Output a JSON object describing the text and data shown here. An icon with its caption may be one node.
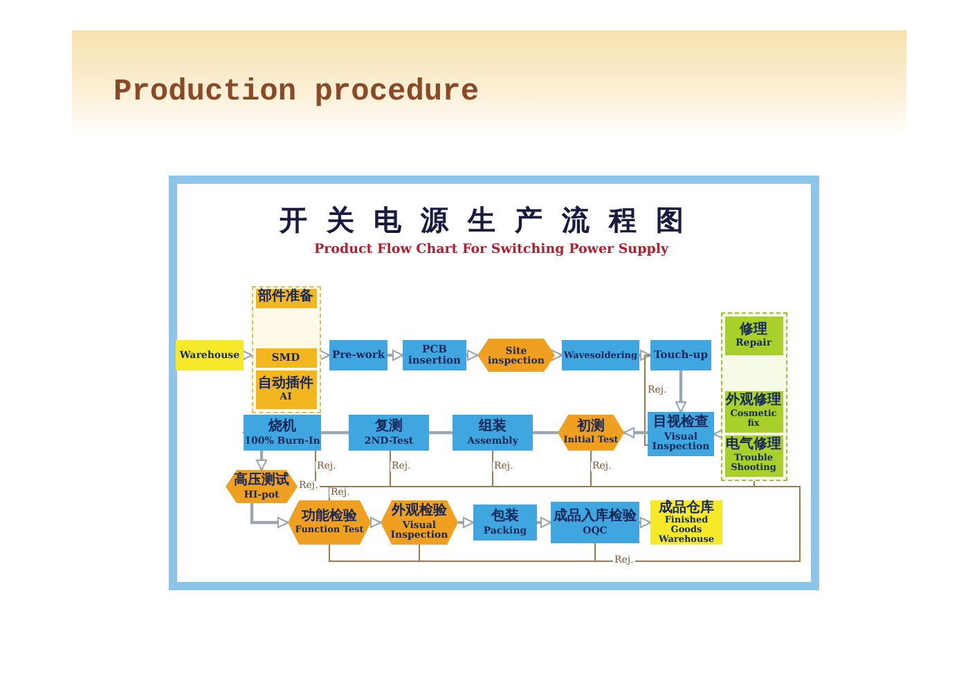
{
  "diagram": {
    "title": "Production procedure",
    "nodes": [
      {
        "text": [
          "Warehouse"
        ]
      },
      {
        "text": [],
        "shape": "box"
      },
      {
        "text": [
          "部件准备"
        ],
        "in": 1
      },
      {
        "text": [
          "SMD"
        ],
        "in": 1
      },
      {
        "text": [
          "自动插件",
          "AI"
        ],
        "in": 1
      },
      {
        "text": [
          "Pre-work"
        ]
      },
      {
        "text": [
          "PCB insertion"
        ]
      },
      {
        "text": [
          "Site inspection"
        ]
      },
      {
        "text": [
          "Wavesoldering"
        ]
      },
      {
        "text": [
          "Touch-up"
        ]
      },
      {
        "text": [],
        "shape": "box"
      },
      {
        "text": [
          "修理",
          "Repair"
        ],
        "in": 10
      },
      {
        "text": [
          "外观修理",
          "Cosmetic fix"
        ],
        "in": 10
      },
      {
        "text": [
          "电气修理",
          "Trouble Shooting"
        ],
        "in": 10
      },
      {
        "text": [
          "目视检查",
          "Visual Inspection"
        ]
      },
      {
        "text": [
          "初测",
          "Initial Test"
        ]
      },
      {
        "text": [
          "组装",
          "Assembly"
        ]
      },
      {
        "text": [
          "复测",
          "2ND-Test"
        ]
      },
      {
        "text": [
          "烧机",
          "100% Burn-In"
        ]
      },
      {
        "text": [
          "高压测试",
          "HI-pot"
        ]
      },
      {
        "text": [
          "功能检验",
          "Function Test"
        ]
      },
      {
        "text": [
          "外观检验",
          "Visual Inspection"
        ]
      },
      {
        "text": [
          "包装",
          "Packing"
        ]
      },
      {
        "text": [
          "成品入库检验",
          "OQC"
        ]
      },
      {
        "text": [
          "成品仓库",
          "Finished Goods Warehouse"
        ]
      }
    ],
    "edges": [
      {
        "from": 0,
        "to": 1,
        "arrow": "to"
      },
      {
        "from": 1,
        "to": 5,
        "arrow": "to"
      },
      {
        "from": 5,
        "to": 6,
        "arrow": "to"
      },
      {
        "from": 6,
        "to": 7,
        "arrow": "to"
      },
      {
        "from": 7,
        "to": 8,
        "arrow": "to"
      },
      {
        "from": 8,
        "to": 9,
        "arrow": "to"
      },
      {
        "from": 9,
        "to": 14,
        "arrow": "to"
      },
      {
        "from": 14,
        "to": 9,
        "arrow": "none",
        "label": "Rej.",
        "color": "#9c7a4e"
      },
      {
        "from": 10,
        "to": 14,
        "arrow": "to"
      },
      {
        "from": 14,
        "to": 15,
        "arrow": "to"
      },
      {
        "from": 15,
        "to": 16,
        "arrow": "to"
      },
      {
        "from": 16,
        "to": 17,
        "arrow": "to"
      },
      {
        "from": 17,
        "to": 18,
        "arrow": "to"
      },
      {
        "from": 18,
        "to": 19,
        "arrow": "to"
      },
      {
        "from": 19,
        "to": 20,
        "arrow": "to"
      },
      {
        "from": 20,
        "to": 21,
        "arrow": "to"
      },
      {
        "from": 21,
        "to": 22,
        "arrow": "to"
      },
      {
        "from": 22,
        "to": 23,
        "arrow": "to"
      },
      {
        "from": 23,
        "to": 24,
        "arrow": "to"
      },
      {
        "from": 18,
        "to": 10,
        "arrow": "none",
        "label": "Rej.",
        "color": "#9c7a4e"
      },
      {
        "from": 17,
        "to": 10,
        "arrow": "none",
        "label": "Rej.",
        "color": "#9c7a4e"
      },
      {
        "from": 16,
        "to": 10,
        "arrow": "none",
        "label": "Rej.",
        "color": "#9c7a4e"
      },
      {
        "from": 15,
        "to": 10,
        "arrow": "none",
        "label": "Rej.",
        "color": "#9c7a4e"
      },
      {
        "from": 19,
        "to": 10,
        "arrow": "none",
        "label": "Rej.",
        "color": "#9c7a4e"
      },
      {
        "from": 20,
        "to": 10,
        "arrow": "none",
        "label": "Rej.",
        "color": "#9c7a4e"
      },
      {
        "from": 20,
        "to": 10,
        "arrow": "none",
        "color": "#9c7a4e"
      },
      {
        "from": 21,
        "to": 10,
        "arrow": "none",
        "color": "#9c7a4e"
      },
      {
        "from": 23,
        "to": 10,
        "arrow": "none",
        "label": "Rej.",
        "color": "#9c7a4e"
      }
    ],
    "labels": [
      "开关电源生产流程图",
      "Product Flow Chart For Switching Power Supply"
    ]
  }
}
